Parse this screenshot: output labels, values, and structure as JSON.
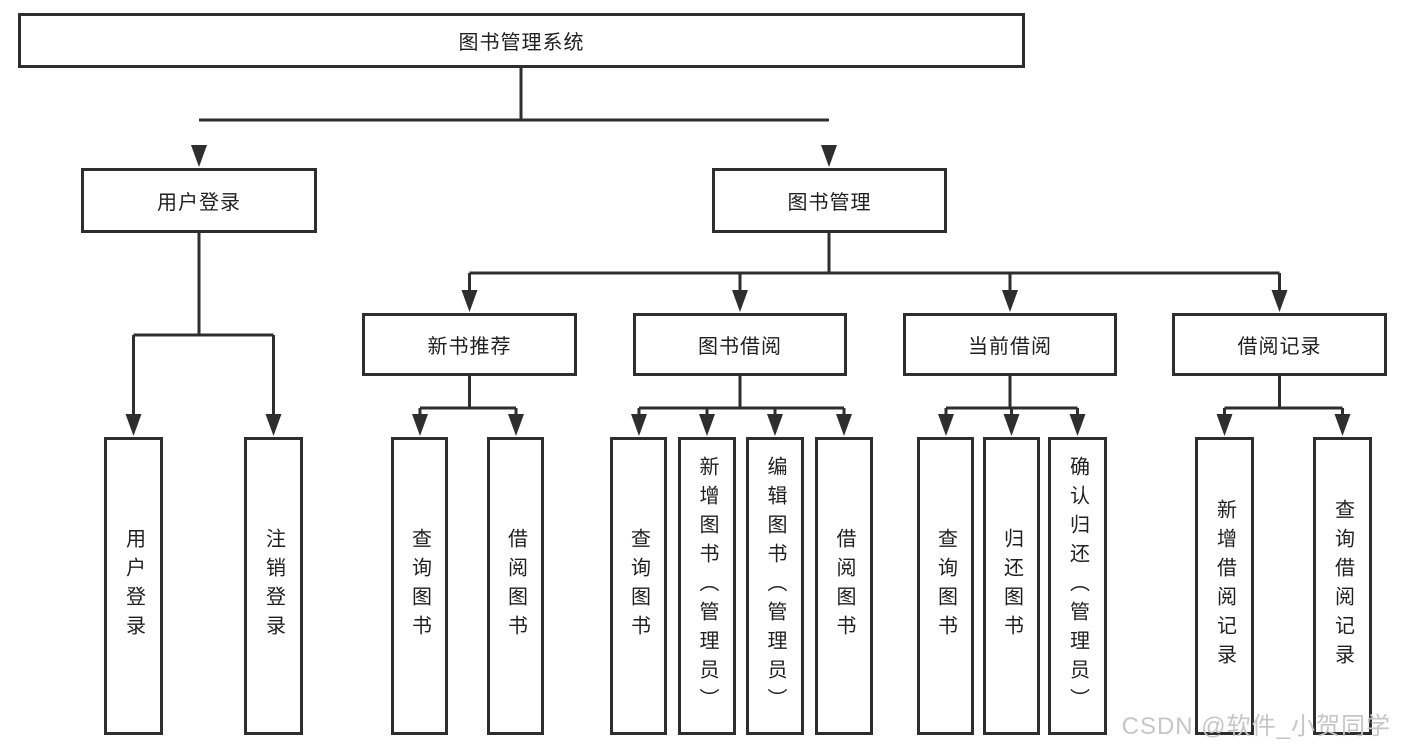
{
  "watermark": "CSDN @软件_小贺同学",
  "colors": {
    "line": "#2e2e2e",
    "box_border": "#2e2e2e",
    "text": "#1f1f1f",
    "watermark": "#c6c6c6",
    "background": "#ffffff"
  },
  "tree": {
    "label": "图书管理系统",
    "children": [
      {
        "label": "用户登录",
        "children": [
          {
            "label": "用户登录"
          },
          {
            "label": "注销登录"
          }
        ]
      },
      {
        "label": "图书管理",
        "children": [
          {
            "label": "新书推荐",
            "children": [
              {
                "label": "查询图书"
              },
              {
                "label": "借阅图书"
              }
            ]
          },
          {
            "label": "图书借阅",
            "children": [
              {
                "label": "查询图书"
              },
              {
                "label": "新增图书（管理员）"
              },
              {
                "label": "编辑图书（管理员）"
              },
              {
                "label": "借阅图书"
              }
            ]
          },
          {
            "label": "当前借阅",
            "children": [
              {
                "label": "查询图书"
              },
              {
                "label": "归还图书"
              },
              {
                "label": "确认归还（管理员）"
              }
            ]
          },
          {
            "label": "借阅记录",
            "children": [
              {
                "label": "新增借阅记录"
              },
              {
                "label": "查询借阅记录"
              }
            ]
          }
        ]
      }
    ]
  }
}
